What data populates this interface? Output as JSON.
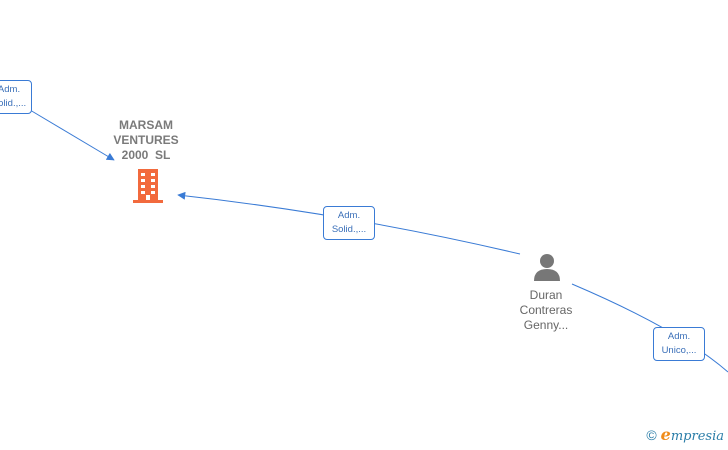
{
  "nodes": {
    "company": {
      "name_lines": [
        "MARSAM",
        "VENTURES",
        "2000  SL"
      ],
      "icon": "building-icon",
      "color": "#f26a3d"
    },
    "person": {
      "name_lines": [
        "Duran",
        "Contreras",
        "Genny..."
      ],
      "icon": "person-icon",
      "color": "#777777"
    }
  },
  "edges": [
    {
      "id": "edge-left",
      "label_lines": [
        "Adm.",
        "Solid.,..."
      ]
    },
    {
      "id": "edge-center",
      "label_lines": [
        "Adm.",
        "Solid.,..."
      ]
    },
    {
      "id": "edge-right",
      "label_lines": [
        "Adm.",
        "Unico,..."
      ]
    }
  ],
  "watermark": {
    "copyright_symbol": "©",
    "brand_initial": "e",
    "brand_rest": "mpresia"
  },
  "colors": {
    "edge_line": "#3a7bd5",
    "label_text": "#3a6fb8"
  }
}
